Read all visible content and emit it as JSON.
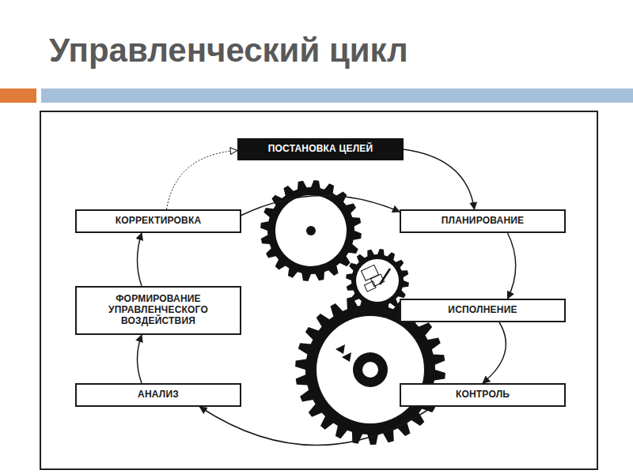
{
  "diagram": {
    "title": "Управленческий цикл",
    "nodes": [
      {
        "text": [
          "ПОСТАНОВКА ЦЕЛЕЙ"
        ]
      },
      {
        "text": [
          "ПЛАНИРОВАНИЕ"
        ]
      },
      {
        "text": [
          "ИСПОЛНЕНИЕ"
        ]
      },
      {
        "text": [
          "КОНТРОЛЬ"
        ]
      },
      {
        "text": [
          "АНАЛИЗ"
        ]
      },
      {
        "text": [
          "ФОРМИРОВАНИЕ УПРАВЛЕНЧЕСКОГО ВОЗДЕЙСТВИЯ"
        ]
      },
      {
        "text": [
          "КОРРЕКТИРОВКА"
        ]
      }
    ],
    "edges": [
      {
        "from": 0,
        "to": 1,
        "arrow": "to"
      },
      {
        "from": 1,
        "to": 2,
        "arrow": "to"
      },
      {
        "from": 2,
        "to": 3,
        "arrow": "to"
      },
      {
        "from": 3,
        "to": 4,
        "arrow": "to"
      },
      {
        "from": 4,
        "to": 5,
        "arrow": "to"
      },
      {
        "from": 5,
        "to": 6,
        "arrow": "to"
      },
      {
        "from": 6,
        "to": 0,
        "arrow": "to"
      },
      {
        "from": 6,
        "to": 1,
        "arrow": "to"
      }
    ]
  }
}
